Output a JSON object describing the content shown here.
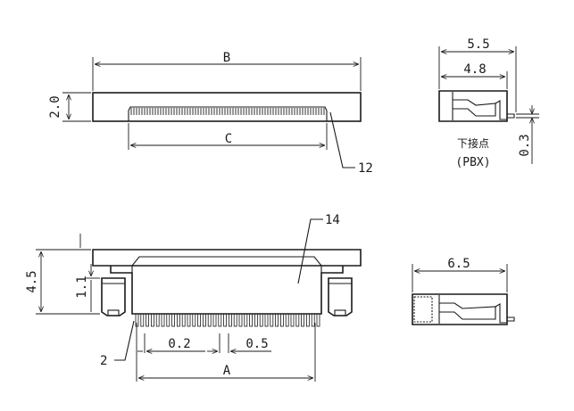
{
  "views": {
    "top": {
      "label_B": "B",
      "label_C": "C",
      "label_height": "2.0",
      "callout": "12"
    },
    "side_top": {
      "label_outer": "5.5",
      "label_inner": "4.8",
      "label_offset": "0.3",
      "caption_line1": "下接点",
      "caption_line2": "(PBX)"
    },
    "front": {
      "label_height": "4.5",
      "label_inner_height": "1.1",
      "label_pitch_a": "0.2",
      "label_pitch_b": "0.5",
      "label_A": "A",
      "callout_left": "2",
      "callout_top": "14"
    },
    "side_bottom": {
      "label_width": "6.5"
    }
  }
}
